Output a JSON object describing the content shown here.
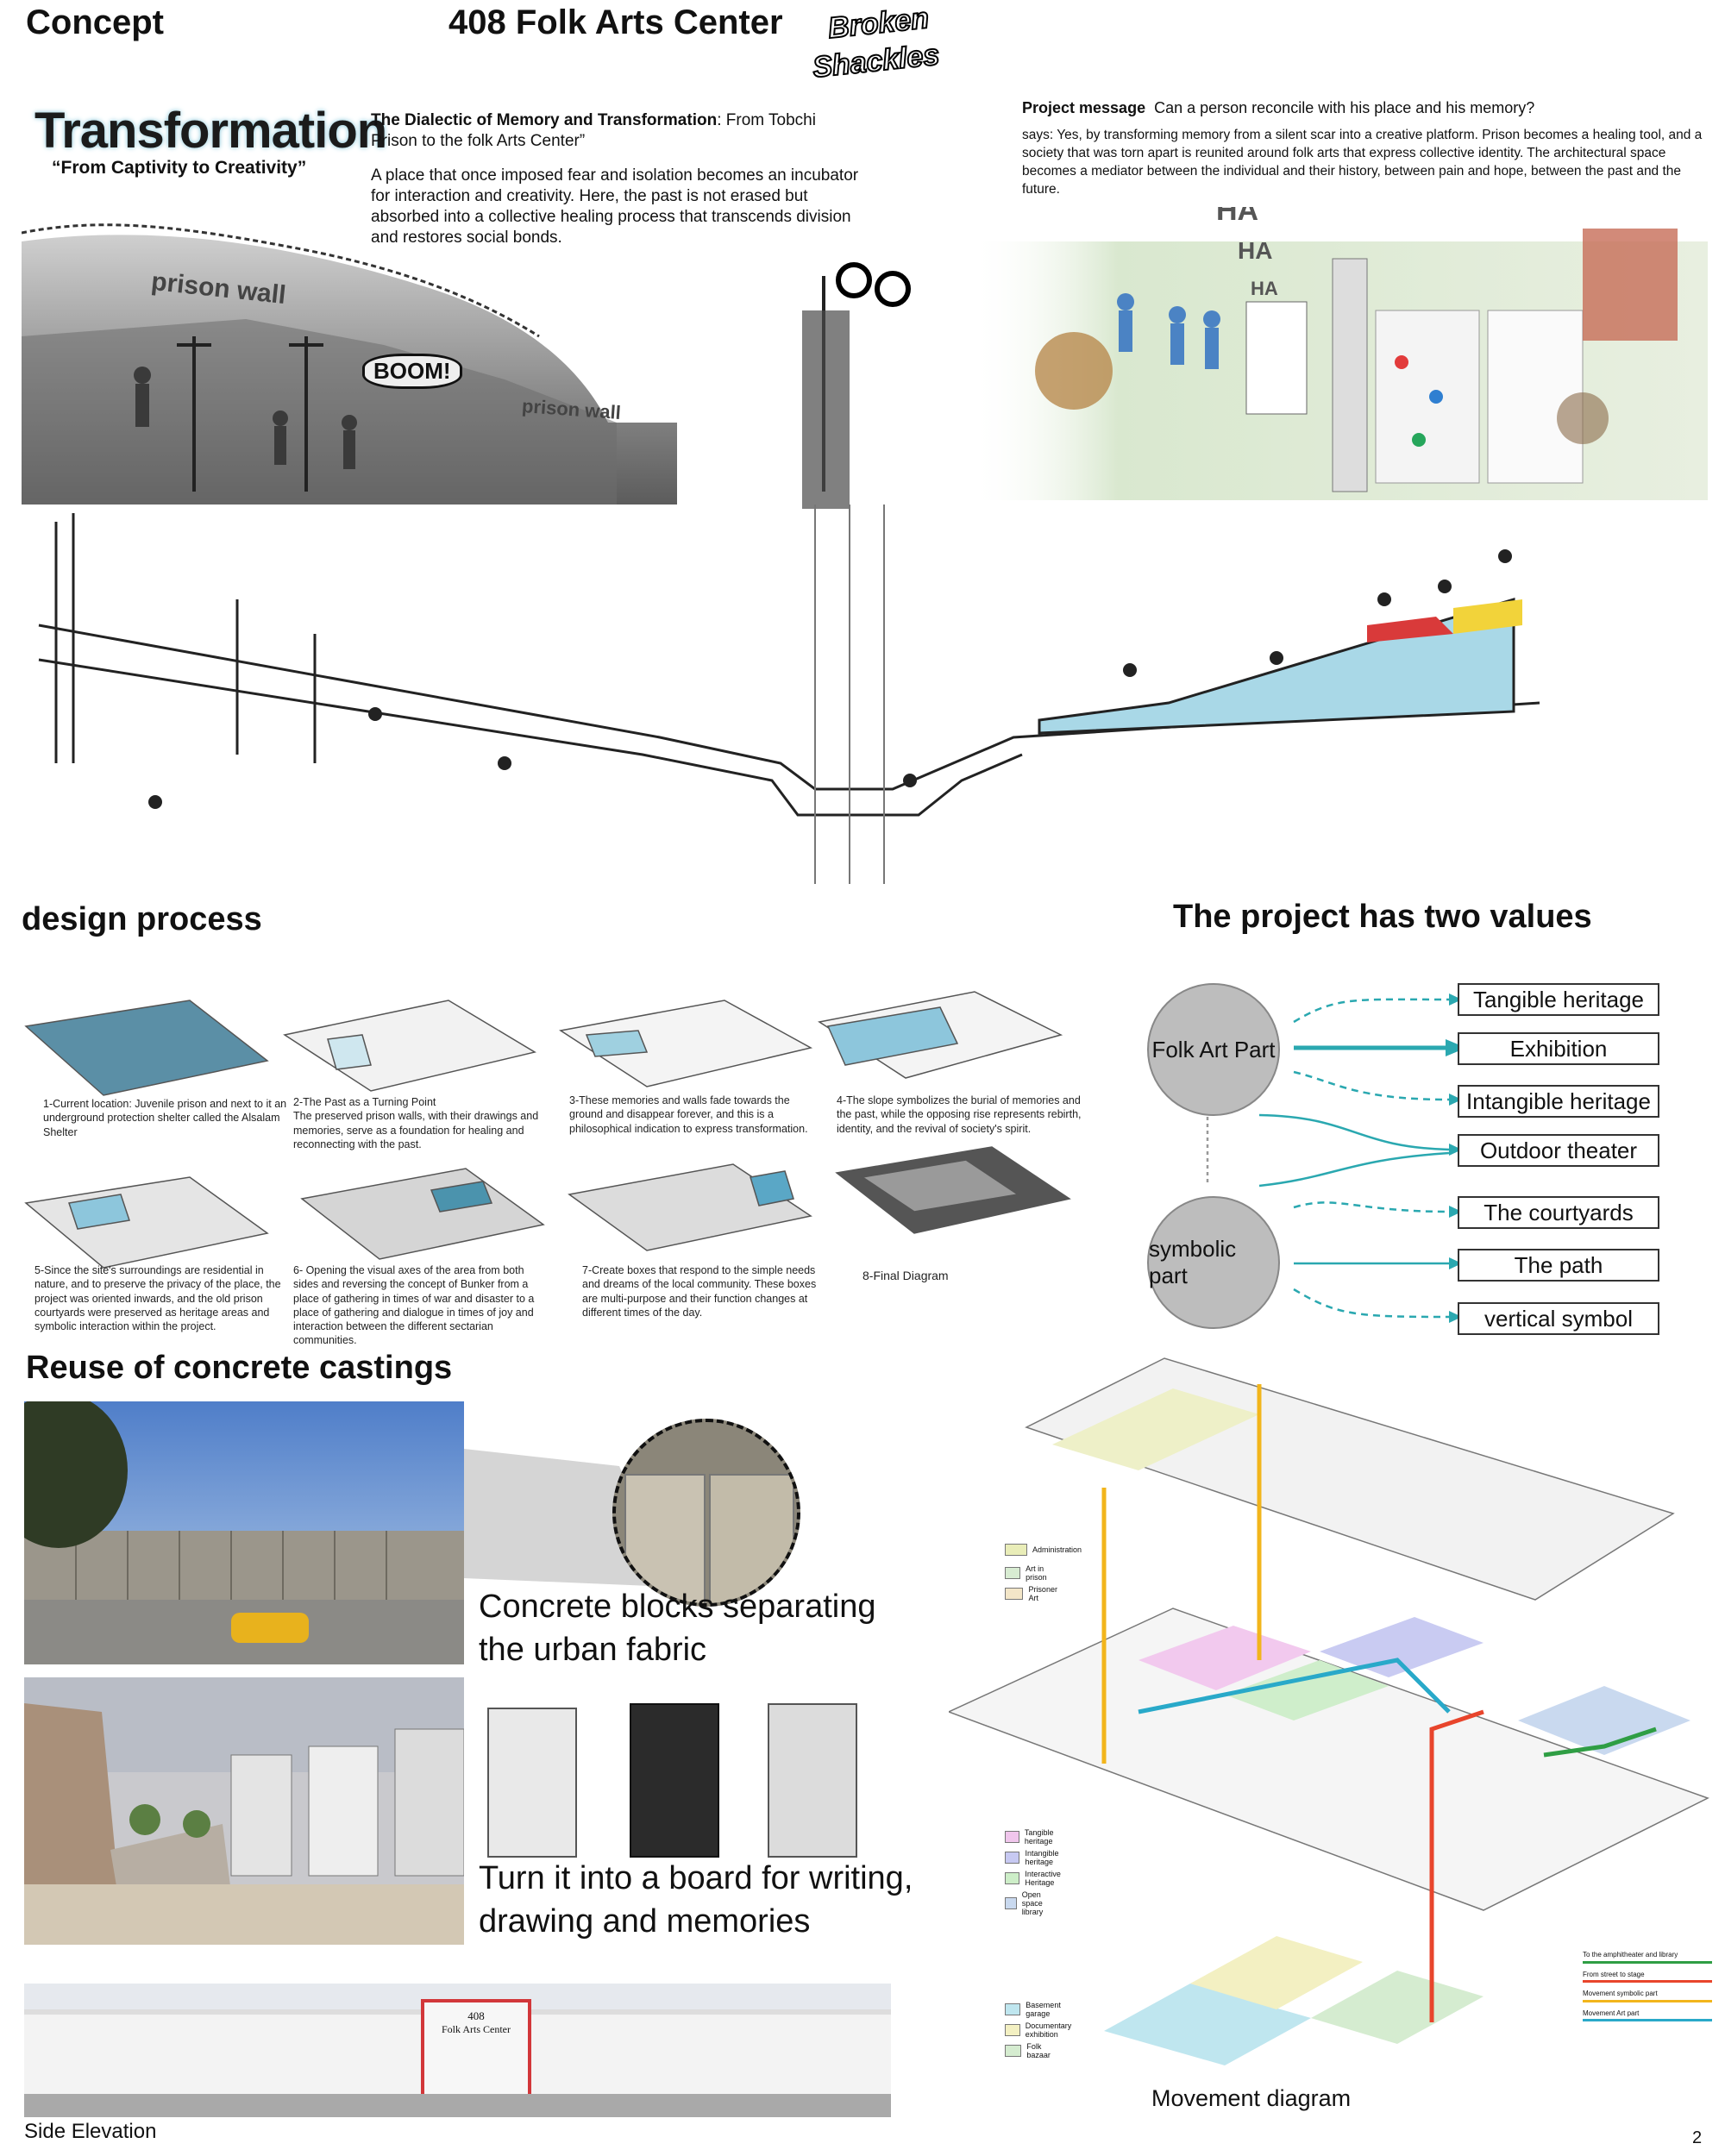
{
  "header": {
    "concept": "Concept",
    "center_title": "408 Folk Arts Center",
    "logo_line1": "Broken",
    "logo_line2": "Shackles",
    "page_number": "2"
  },
  "transformation": {
    "logo": "Transformation",
    "subtitle": "“From Captivity to Creativity”",
    "dialectic_bold": "The Dialectic of Memory and Transformation",
    "dialectic_rest": ": From Tobchi Prison to the folk Arts Center”",
    "dialectic_body": "A place that once imposed fear and isolation becomes an incubator for interaction and creativity. Here, the past is not erased but absorbed into a collective healing process that transcends division and restores social bonds."
  },
  "project_message": {
    "label": "Project message",
    "question": "Can a person reconcile with his place and his memory?",
    "answer": "says: Yes, by transforming memory from a silent scar into a creative platform. Prison becomes a healing tool, and a society that was torn apart is reunited around folk arts that express collective identity. The architectural space becomes a mediator between the individual and their history, between pain and hope, between the past and the future."
  },
  "collage_labels": {
    "prison_wall_1": "prison wall",
    "prison_wall_2": "prison wall",
    "boom": "BOOM!",
    "ha1": "HA",
    "ha2": "HA",
    "ha3": "HA"
  },
  "design_process": {
    "title": "design process",
    "steps": [
      {
        "caption": "1-Current location: Juvenile prison and next to it an underground protection shelter called the Alsalam Shelter"
      },
      {
        "caption": "2-The Past as a Turning Point\nThe preserved prison walls, with their drawings and memories, serve as a foundation for healing and reconnecting with the past."
      },
      {
        "caption": "3-These memories and walls fade towards the ground and disappear forever, and this is a philosophical indication to express transformation."
      },
      {
        "caption": "4-The slope symbolizes the burial of memories and the past, while the opposing rise represents rebirth, identity, and the revival of society's spirit."
      },
      {
        "caption": "5-Since the site's surroundings are residential in nature, and to preserve the privacy of the place, the project was oriented inwards, and the old prison courtyards were preserved as heritage areas and symbolic interaction within the project."
      },
      {
        "caption": "6- Opening the visual axes of the area from both sides and reversing the concept of Bunker from a place of gathering in times of war and disaster to a place of gathering and dialogue in times of joy and interaction between the different sectarian communities."
      },
      {
        "caption": "7-Create boxes that respond to the simple needs and dreams of the local community. These boxes are multi-purpose and their function changes at different times of the day."
      },
      {
        "caption": "8-Final Diagram"
      }
    ]
  },
  "two_values": {
    "title": "The project has two values",
    "circle1": "Folk Art Part",
    "circle2": "symbolic part",
    "items": [
      "Tangible heritage",
      "Exhibition",
      "Intangible heritage",
      "Outdoor theater",
      "The courtyards",
      "The path",
      "vertical symbol"
    ],
    "accent_color": "#2aa8b0"
  },
  "reuse": {
    "title": "Reuse of concrete castings",
    "caption1_line1": "Concrete blocks separating",
    "caption1_line2": "the urban fabric",
    "caption2_line1": "Turn it into a board for writing,",
    "caption2_line2": "drawing and memories"
  },
  "elevation": {
    "sign_number": "408",
    "sign_name": "Folk Arts Center",
    "label": "Side Elevation"
  },
  "movement": {
    "title": "Movement diagram",
    "legend_top": [
      {
        "label": "Administration",
        "color": "#e9edb8"
      },
      {
        "label": "Art in prison",
        "color": "#d8ecd2"
      },
      {
        "label": "Prisoner Art",
        "color": "#f3e6c8"
      }
    ],
    "legend_mid": [
      {
        "label": "Tangible heritage",
        "color": "#f0c6ec"
      },
      {
        "label": "Intangible heritage",
        "color": "#c7c9f2"
      },
      {
        "label": "Interactive Heritage",
        "color": "#cdeec8"
      },
      {
        "label": "Open space library",
        "color": "#c9d9ef"
      }
    ],
    "legend_bottom": [
      {
        "label": "Basement garage",
        "color": "#bfe6ef"
      },
      {
        "label": "Documentary exhibition",
        "color": "#f3f0c2"
      },
      {
        "label": "Folk bazaar",
        "color": "#d5ecd0"
      }
    ],
    "line_legend": [
      {
        "label": "To the amphitheater and library",
        "color": "#2f9e44"
      },
      {
        "label": "From street to stage",
        "color": "#e8452c"
      },
      {
        "label": "Movement symbolic part",
        "color": "#f2b51c"
      },
      {
        "label": "Movement Art part",
        "color": "#29a9c9"
      }
    ]
  }
}
